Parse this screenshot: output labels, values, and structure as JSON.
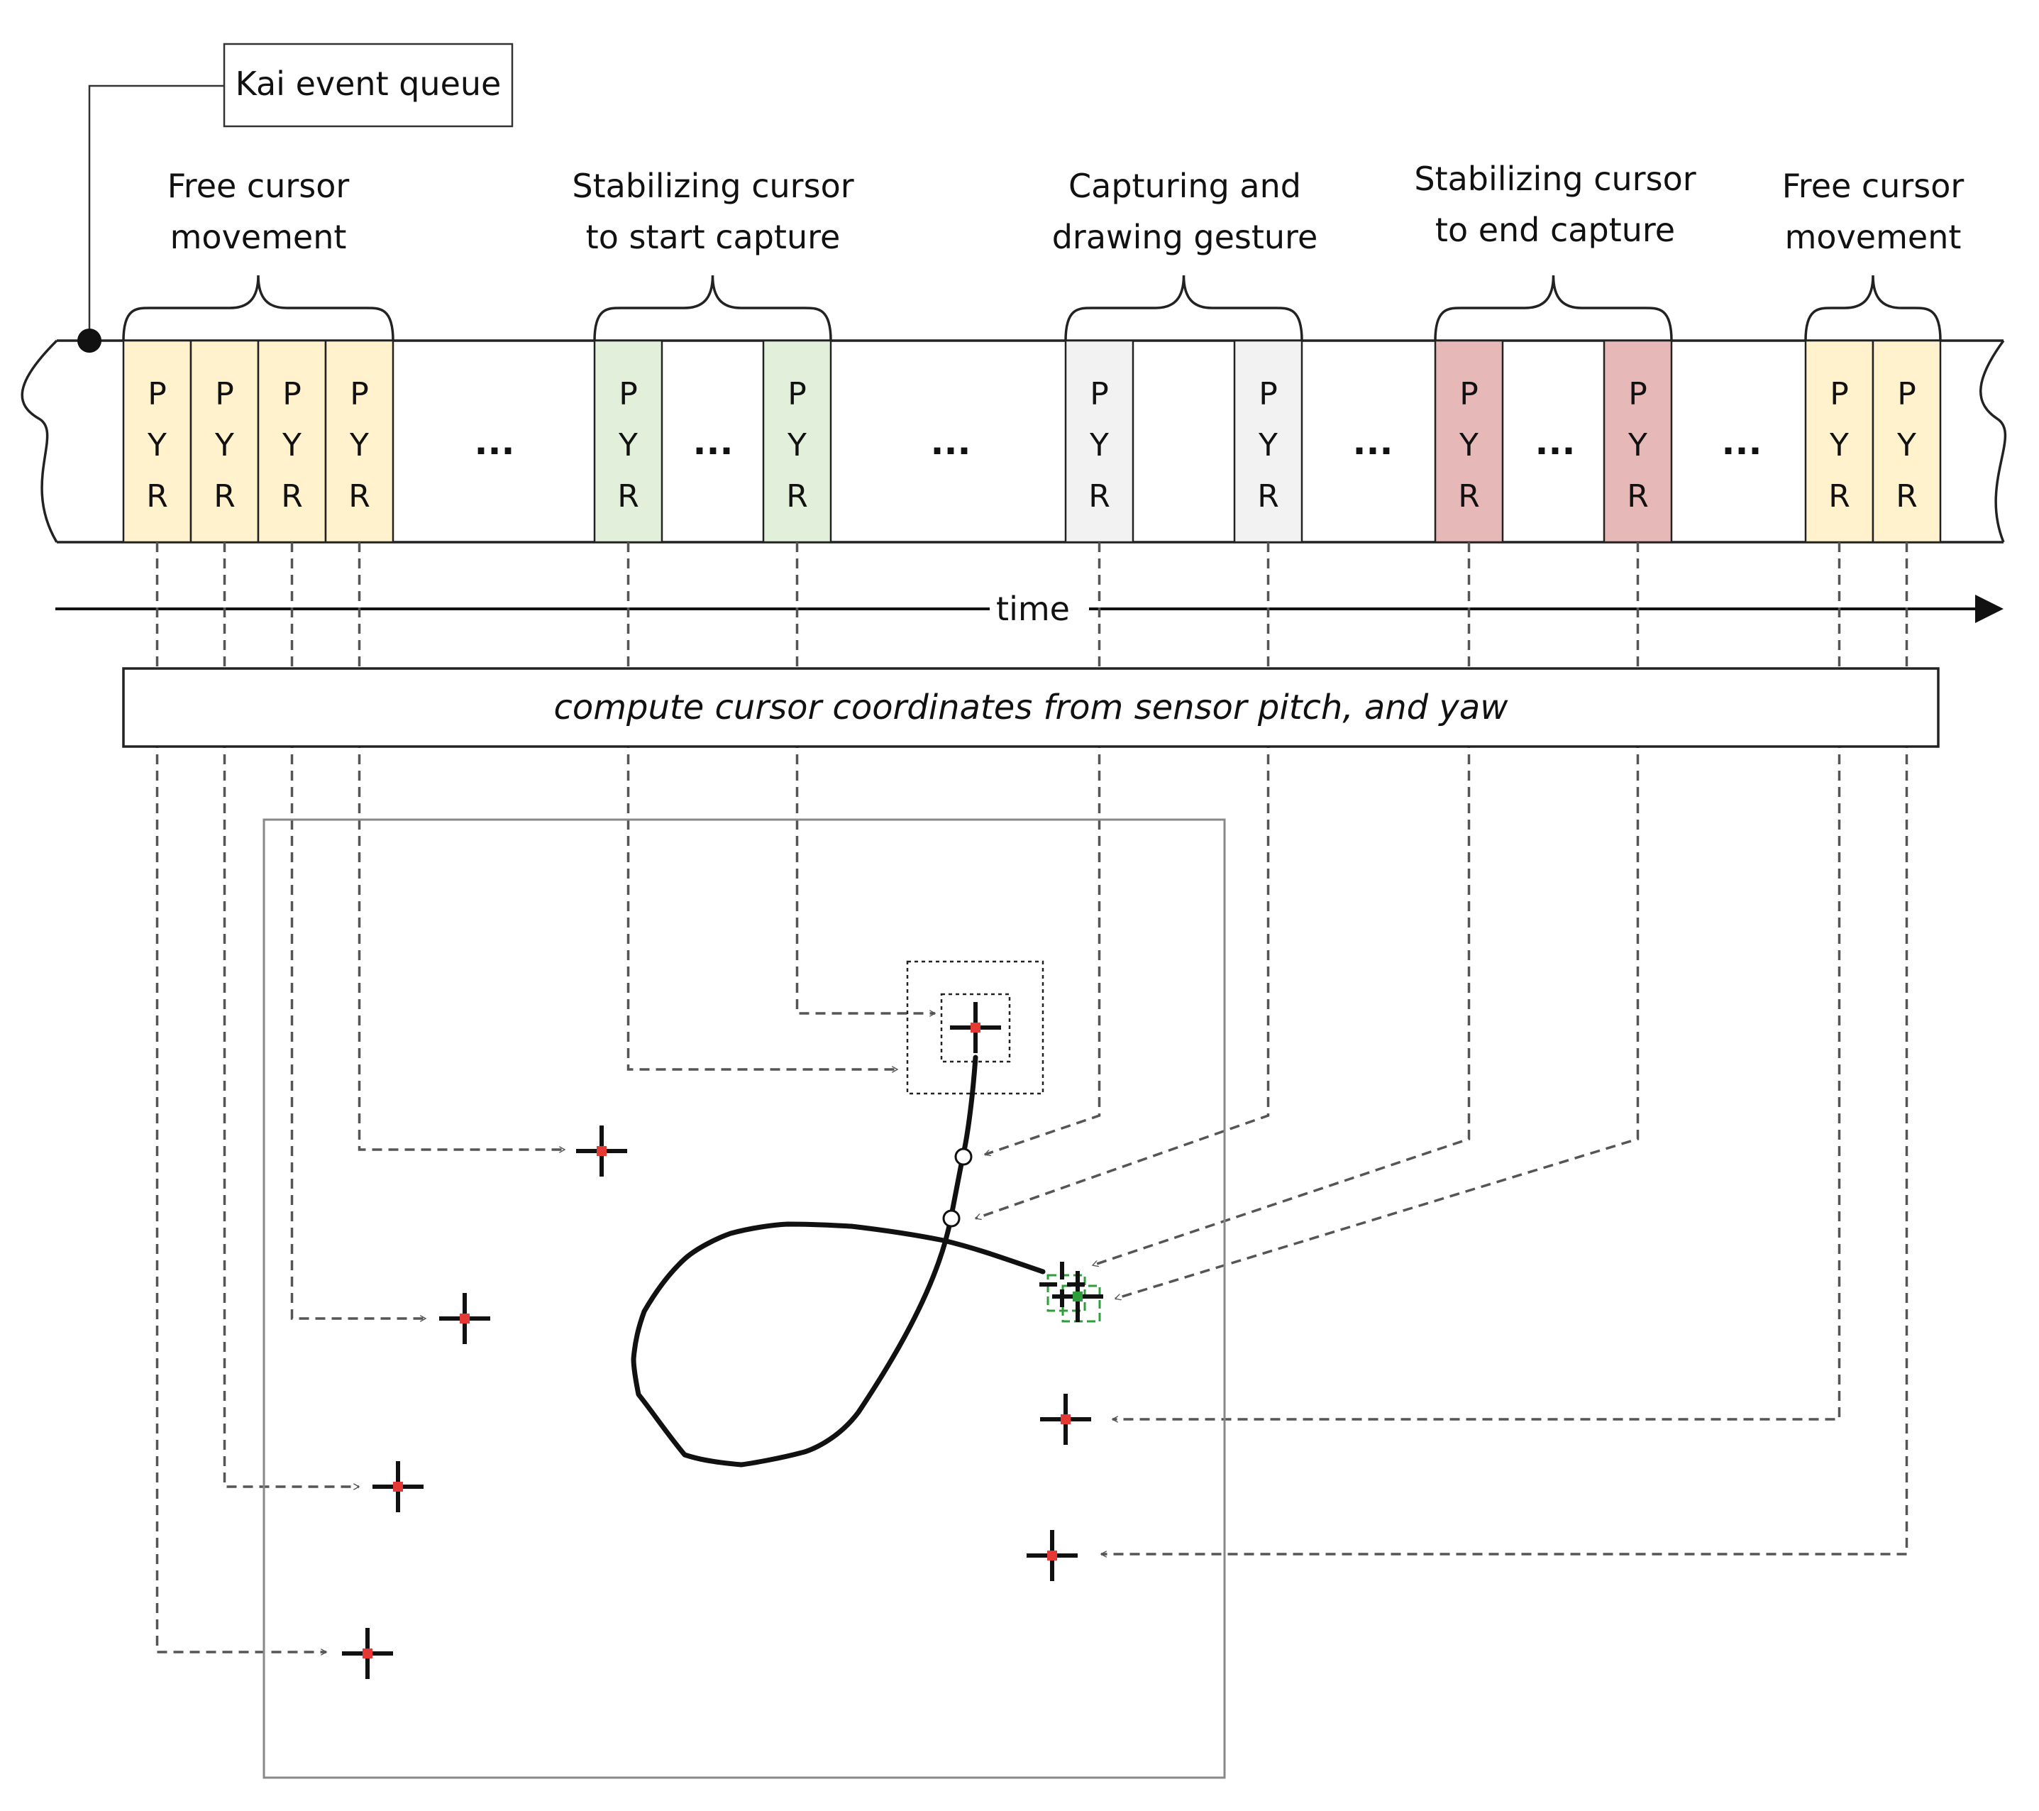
{
  "queue_label": "Kai event queue",
  "time_label": "time",
  "compute_label": "compute cursor coordinates from sensor pitch, and yaw",
  "cell_letters": [
    "P",
    "Y",
    "R"
  ],
  "ellipsis": "...",
  "phases": [
    {
      "id": "free-1",
      "lines": [
        "Free cursor",
        "movement"
      ],
      "color": "#FFF2CC"
    },
    {
      "id": "stab-start",
      "lines": [
        "Stabilizing cursor",
        "to start capture"
      ],
      "color": "#E2EFDA"
    },
    {
      "id": "capture",
      "lines": [
        "Capturing and",
        "drawing gesture"
      ],
      "color": "#F2F2F2"
    },
    {
      "id": "stab-end",
      "lines": [
        "Stabilizing cursor",
        "to end capture"
      ],
      "color": "#E6B8B7"
    },
    {
      "id": "free-2",
      "lines": [
        "Free cursor",
        "movement"
      ],
      "color": "#FFF2CC"
    }
  ],
  "colors": {
    "cursor_center": "#E53935",
    "end_marker": "#2E9E3A",
    "connector": "#555555",
    "canvas_border": "#888888"
  }
}
